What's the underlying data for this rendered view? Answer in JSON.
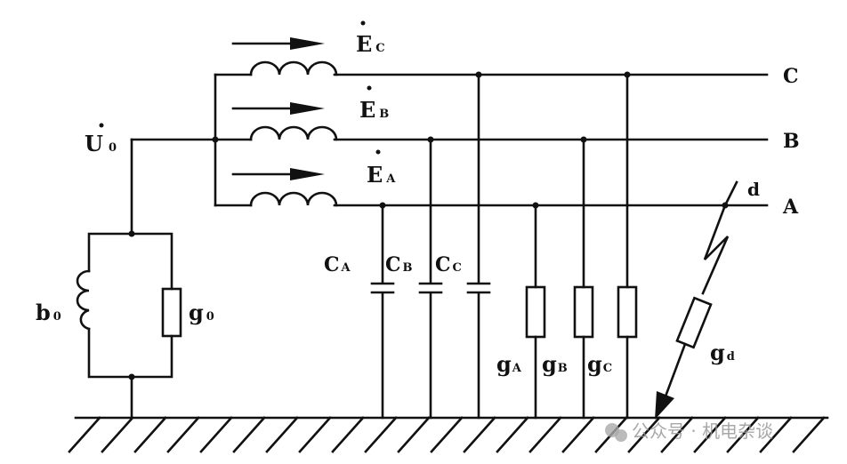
{
  "labels": {
    "U0": {
      "main": "U",
      "sub": "0"
    },
    "EC": {
      "main": "E",
      "sub": "C"
    },
    "EB": {
      "main": "E",
      "sub": "B"
    },
    "EA": {
      "main": "E",
      "sub": "A"
    },
    "phaseC": "C",
    "phaseB": "B",
    "phaseA": "A",
    "fault_point": "d",
    "b0": {
      "main": "b",
      "sub": "0"
    },
    "g0": {
      "main": "g",
      "sub": "0"
    },
    "CA": {
      "main": "C",
      "sub": "A"
    },
    "CB": {
      "main": "C",
      "sub": "B"
    },
    "CC": {
      "main": "C",
      "sub": "C"
    },
    "gA": {
      "main": "g",
      "sub": "A"
    },
    "gB": {
      "main": "g",
      "sub": "B"
    },
    "gC": {
      "main": "g",
      "sub": "C"
    },
    "gd": {
      "main": "g",
      "sub": "d"
    }
  },
  "watermark": "公众号 · 机电杂谈"
}
